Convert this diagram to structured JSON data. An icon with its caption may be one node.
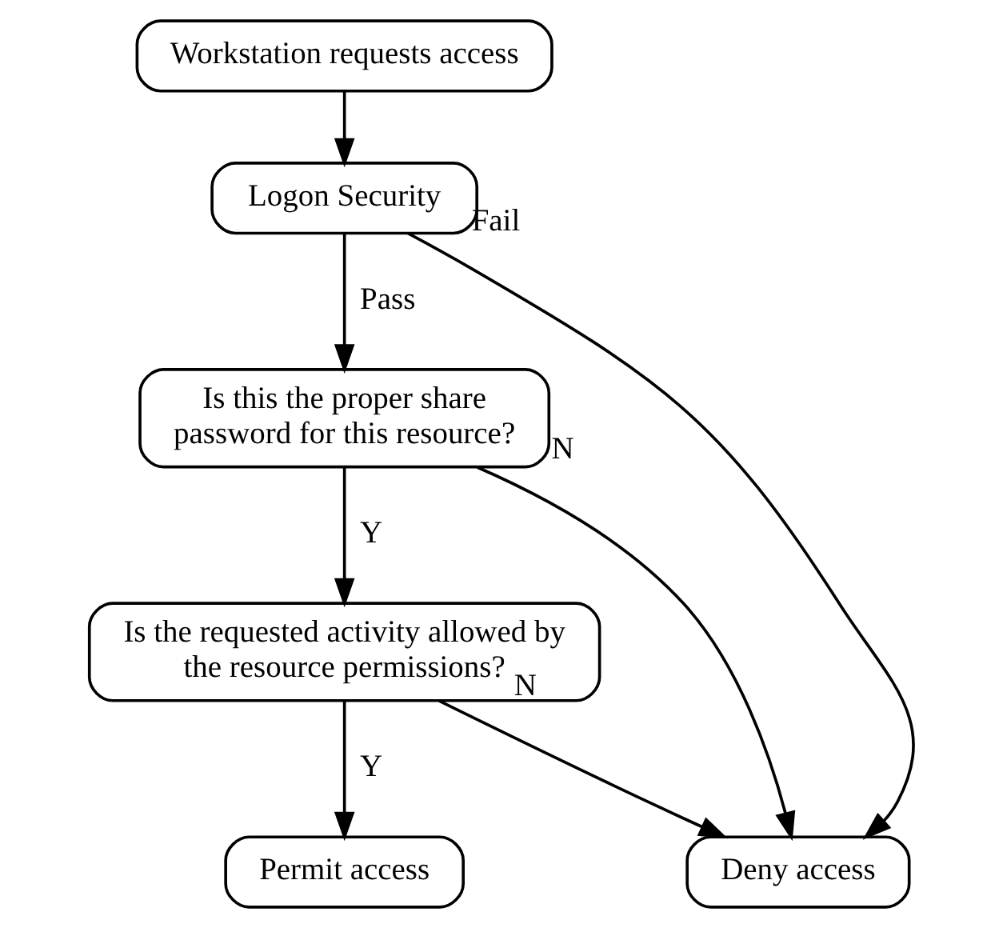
{
  "diagram": {
    "nodes": [
      {
        "text": [
          "Workstation requests access"
        ]
      },
      {
        "text": [
          "Logon Security"
        ]
      },
      {
        "text": [
          "Is this the proper share password for this resource?"
        ]
      },
      {
        "text": [
          "Is the requested activity allowed by the resource permissions?"
        ]
      },
      {
        "text": [
          "Permit access"
        ]
      },
      {
        "text": [
          "Deny access"
        ]
      }
    ],
    "edges": [
      {
        "from": 0,
        "to": 1,
        "arrow": "to"
      },
      {
        "from": 1,
        "to": 2,
        "arrow": "to",
        "label": "Pass"
      },
      {
        "from": 2,
        "to": 3,
        "arrow": "to",
        "label": "Y"
      },
      {
        "from": 3,
        "to": 4,
        "arrow": "to",
        "label": "Y"
      },
      {
        "from": 1,
        "to": 5,
        "arrow": "to",
        "label": "Fail"
      },
      {
        "from": 2,
        "to": 5,
        "arrow": "to",
        "label": "N"
      },
      {
        "from": 3,
        "to": 5,
        "arrow": "to",
        "label": "N"
      }
    ]
  }
}
